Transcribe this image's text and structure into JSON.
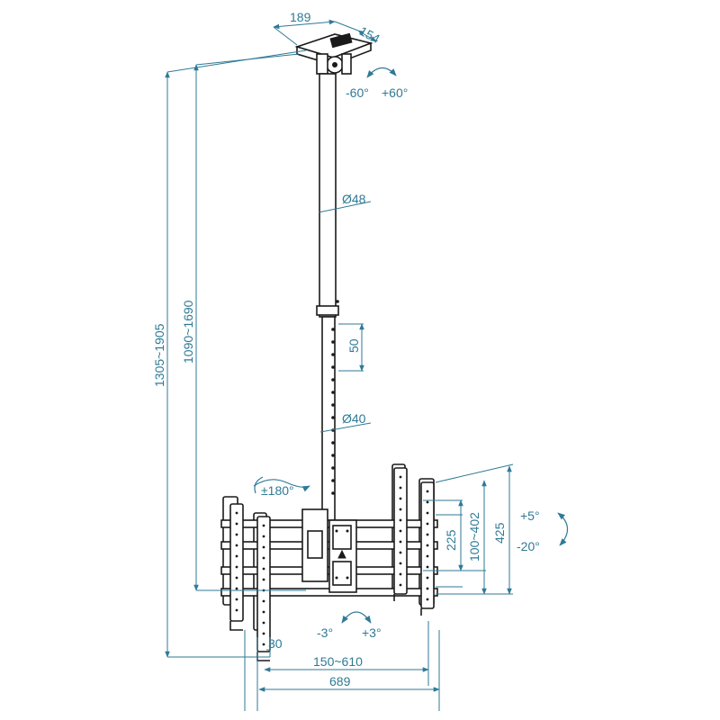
{
  "dimensions": {
    "plate_width": "189",
    "plate_depth": "154",
    "total_height": "1305~1905",
    "pole_height": "1090~1690",
    "pole_upper_diameter": "Ø48",
    "hole_spacing": "50",
    "pole_lower_diameter": "Ø40",
    "bracket_width": "150~610",
    "total_width": "689",
    "arm_offset": "30",
    "bracket_inner_height": "225",
    "bracket_vesa_height": "100~402",
    "bracket_total_height": "425"
  },
  "rotations": {
    "top_left": "-60°",
    "top_right": "+60°",
    "swivel": "±180°",
    "tilt_up": "+5°",
    "tilt_down": "-20°",
    "level_left": "-3°",
    "level_right": "+3°"
  },
  "colors": {
    "dimension": "#2f7a96",
    "part": "#1a1a1a"
  }
}
